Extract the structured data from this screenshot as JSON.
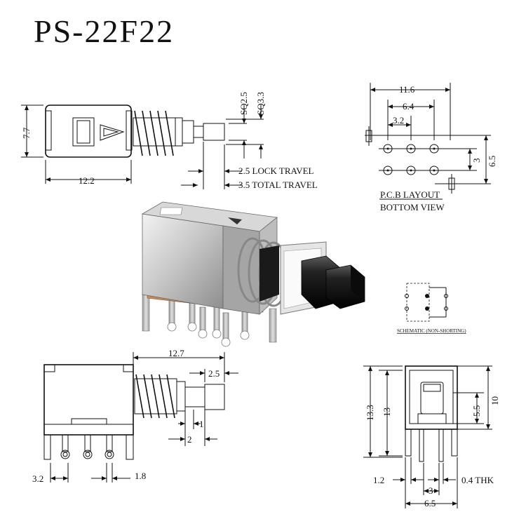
{
  "title": "PS-22F22",
  "top_view": {
    "height_label": "7.7",
    "length_label": "12.2",
    "sq1": "SQ2.5",
    "sq2": "SQ3.3",
    "lock_travel": "2.5 LOCK TRAVEL",
    "total_travel": "3.5 TOTAL TRAVEL"
  },
  "pcb": {
    "w1": "11.6",
    "w2": "6.4",
    "w3": "3.2",
    "h1": "3",
    "h2": "6.5",
    "title": "P.C.B LAYOUT",
    "subtitle": "BOTTOM VIEW"
  },
  "schematic": {
    "label": "SCHEMATIC (NON-SHORTING)"
  },
  "side_view": {
    "length": "12.7",
    "plunger": "2.5",
    "d1": "1",
    "d2": "2",
    "left": "3.2",
    "right": "1.8"
  },
  "end_view": {
    "h_outer": "13.3",
    "h_inner": "13",
    "h_right": "10",
    "h_mid": "5.5",
    "left_w": "1.2",
    "thk": "0.4 THK",
    "pitch": "3",
    "width": "6.5"
  }
}
